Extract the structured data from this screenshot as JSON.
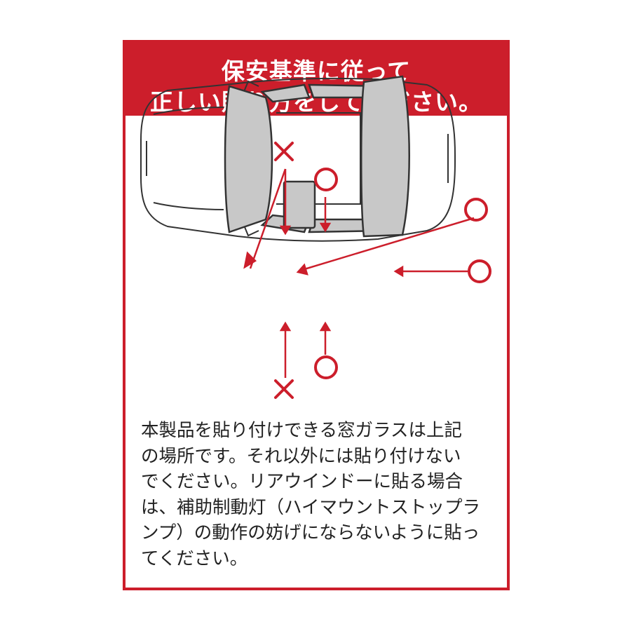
{
  "header": {
    "line1": "保安基準に従って",
    "line2": "正しい貼り方をしてください。"
  },
  "marks": {
    "ok": "○",
    "ng": "×"
  },
  "colors": {
    "accent": "#cc1e2b",
    "glass": "#c8c8c8",
    "outline": "#333333"
  },
  "description": {
    "lines": [
      "本製品を貼り付けできる窓ガラスは上記",
      "の場所です。それ以外には貼り付けない",
      "でください。リアウインドーに貼る場合",
      "は、補助制動灯（ハイマウントストップラ",
      "ンプ）の動作の妨げにならないように貼っ",
      "てください。"
    ]
  }
}
